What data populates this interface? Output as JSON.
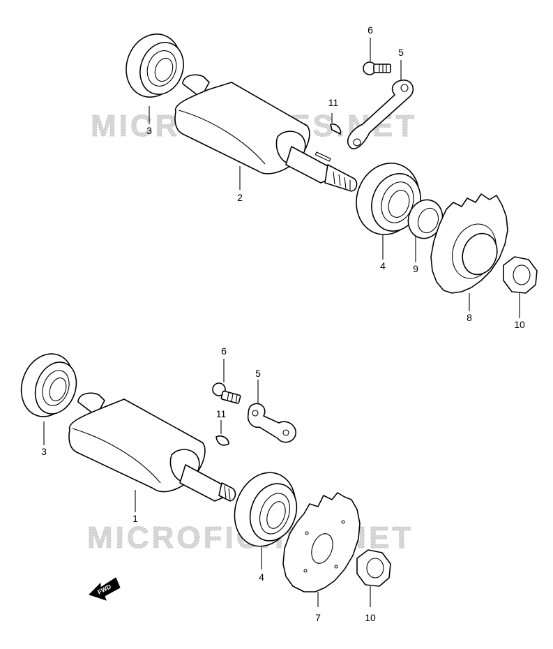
{
  "watermark": "MICROFICHES.NET",
  "direction_marker": "FWD",
  "assemblies": [
    {
      "name": "upper",
      "callouts": [
        "6",
        "5",
        "11",
        "3",
        "2",
        "4",
        "9",
        "8",
        "10"
      ]
    },
    {
      "name": "lower",
      "callouts": [
        "6",
        "5",
        "11",
        "3",
        "1",
        "4",
        "7",
        "10"
      ]
    }
  ]
}
